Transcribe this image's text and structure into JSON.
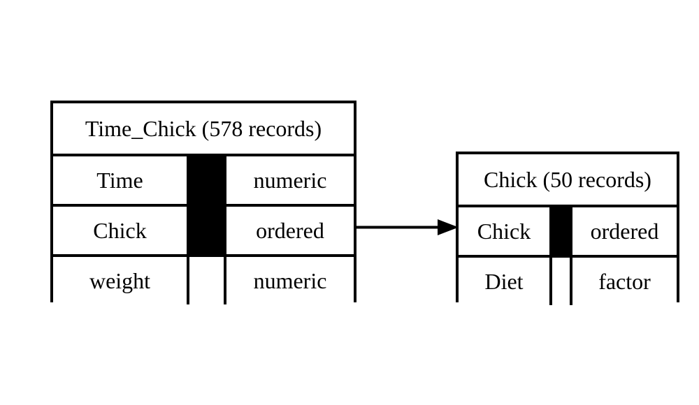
{
  "diagram": {
    "type": "entity-relationship",
    "background_color": "#ffffff",
    "line_color": "#000000",
    "tables": [
      {
        "id": "time-chick",
        "title": "Time_Chick (578 records)",
        "name": "Time_Chick",
        "record_count": "578 records",
        "fields": [
          {
            "name": "Time",
            "type": "numeric",
            "key": true
          },
          {
            "name": "Chick",
            "type": "ordered",
            "key": true
          },
          {
            "name": "weight",
            "type": "numeric",
            "key": false
          }
        ]
      },
      {
        "id": "chick",
        "title": "Chick (50 records)",
        "name": "Chick",
        "record_count": "50 records",
        "fields": [
          {
            "name": "Chick",
            "type": "ordered",
            "key": true
          },
          {
            "name": "Diet",
            "type": "factor",
            "key": false
          }
        ]
      }
    ],
    "relationship": {
      "from_table": "Time_Chick",
      "from_field": "Chick",
      "to_table": "Chick",
      "to_field": "Chick",
      "arrow_icon": "right-arrow-icon"
    }
  }
}
